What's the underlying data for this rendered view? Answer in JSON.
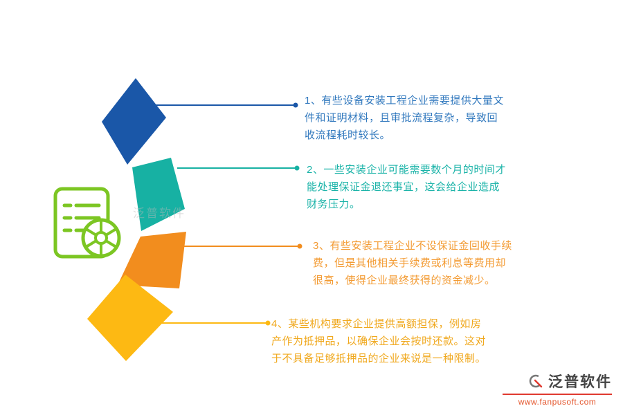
{
  "watermark": {
    "text": "泛普软件"
  },
  "icon": {
    "name": "document-checklist-wheel-icon",
    "color": "#7cc623"
  },
  "points": [
    {
      "num": "1",
      "color": "#1a57a8",
      "text_color": "#3279be",
      "text": "1、有些设备安装工程企业需要提供大量文件和证明材料，且审批流程复杂，导致回收流程耗时较长。"
    },
    {
      "num": "2",
      "color": "#17b1a3",
      "text_color": "#1ab3a8",
      "text": "2、一些安装企业可能需要数个月的时间才能处理保证金退还事宜，这会给企业造成财务压力。"
    },
    {
      "num": "3",
      "color": "#f28d1e",
      "text_color": "#f39b33",
      "text": "3、有些安装工程企业不设保证金回收手续费，但是其他相关手续费或利息等费用却很高，使得企业最终获得的资金减少。"
    },
    {
      "num": "4",
      "color": "#fdb913",
      "text_color": "#f0a81d",
      "text": "4、某些机构要求企业提供高额担保，例如房产作为抵押品，以确保企业会按时还款。这对于不具备足够抵押品的企业来说是一种限制。"
    }
  ],
  "footer_logo": {
    "name": "泛普软件",
    "url": "www.fanpusoft.com",
    "accent": "#e03a2f",
    "url_color": "#e4572e"
  }
}
